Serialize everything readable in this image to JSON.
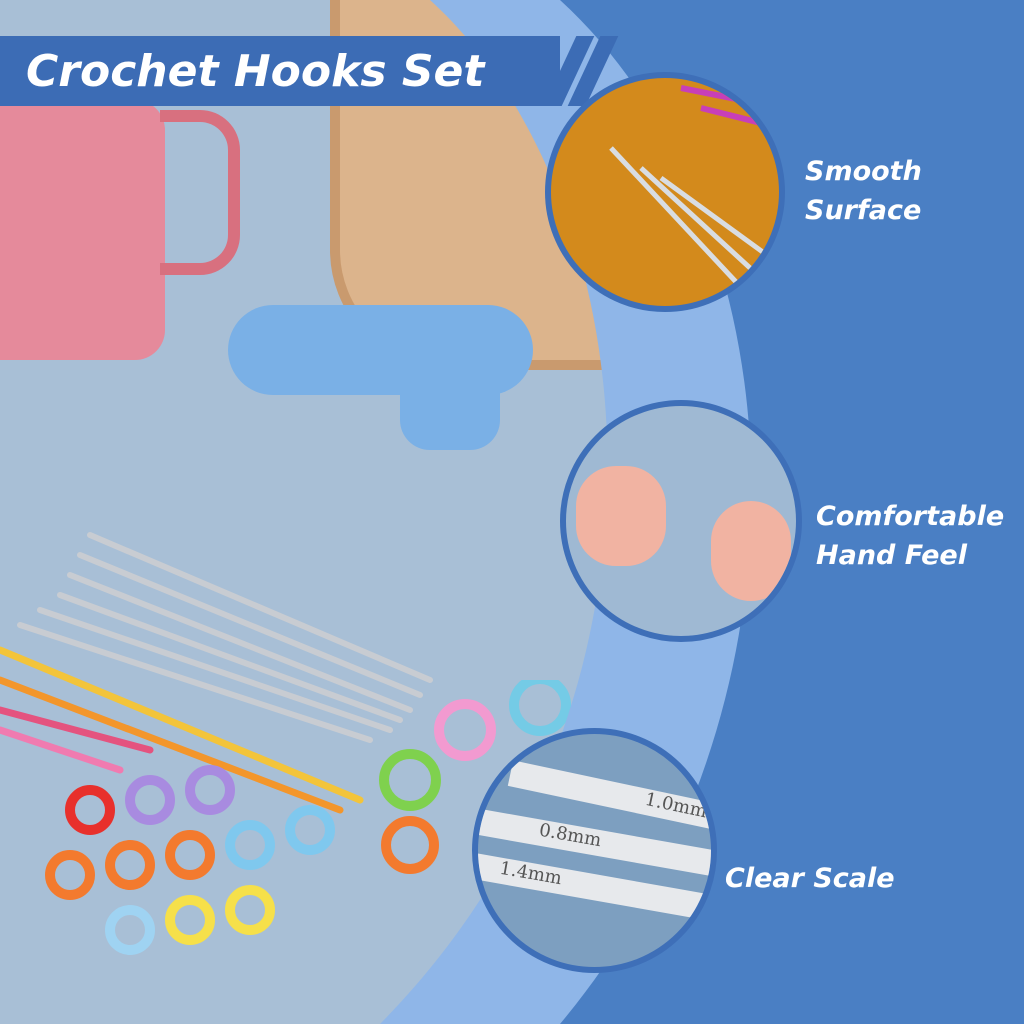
{
  "title": "Crochet Hooks Set",
  "features": [
    {
      "label_line1": "Smooth",
      "label_line2": "Surface"
    },
    {
      "label_line1": "Comfortable",
      "label_line2": "Hand Feel"
    },
    {
      "label_line1": "Clear Scale",
      "label_line2": ""
    }
  ],
  "hook_sizes": [
    "1.0mm",
    "0.8mm",
    "1.4mm"
  ],
  "colors": {
    "panel": "#4a7fc4",
    "band": "#8fb6e8",
    "banner": "#3c6cb5",
    "photo_bg": "#a8bfd6"
  }
}
